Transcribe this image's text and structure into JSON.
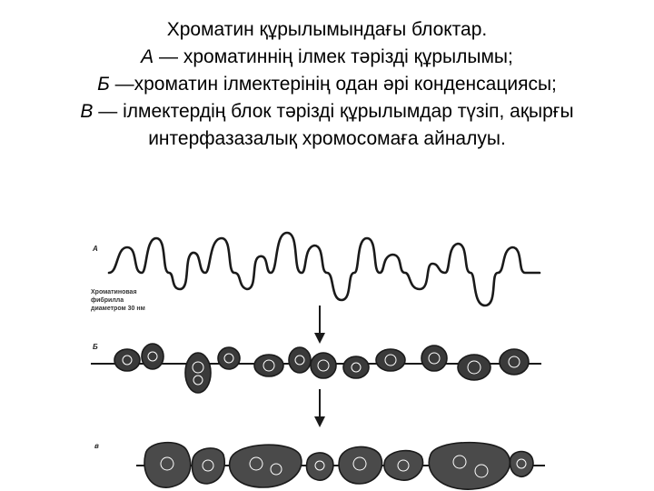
{
  "caption": {
    "line1": "Хроматин құрылымындағы блоктар.",
    "line2_mark": "А",
    "line2_text": " — хроматиннің ілмек тәрізді құрылымы;",
    "line3_mark": "Б",
    "line3_text": " —хроматин ілмектерінің одан әрі конденсациясы;",
    "line4_mark": "В",
    "line4_text": " — ілмектердің блок тәрізді құрылымдар түзіп, ақырғы",
    "line5": "интерфазазалық хромосомаға айналуы."
  },
  "figure": {
    "label_a": "А",
    "label_b": "Б",
    "label_c": "в",
    "note_line1": "Хроматиновая",
    "note_line2": "фибрилла",
    "note_line3": "диаметром 30 нм",
    "colors": {
      "ink": "#1a1a1a",
      "fill": "#3a3a3a"
    },
    "icons": [
      "down-arrow-icon",
      "down-arrow-icon"
    ]
  }
}
